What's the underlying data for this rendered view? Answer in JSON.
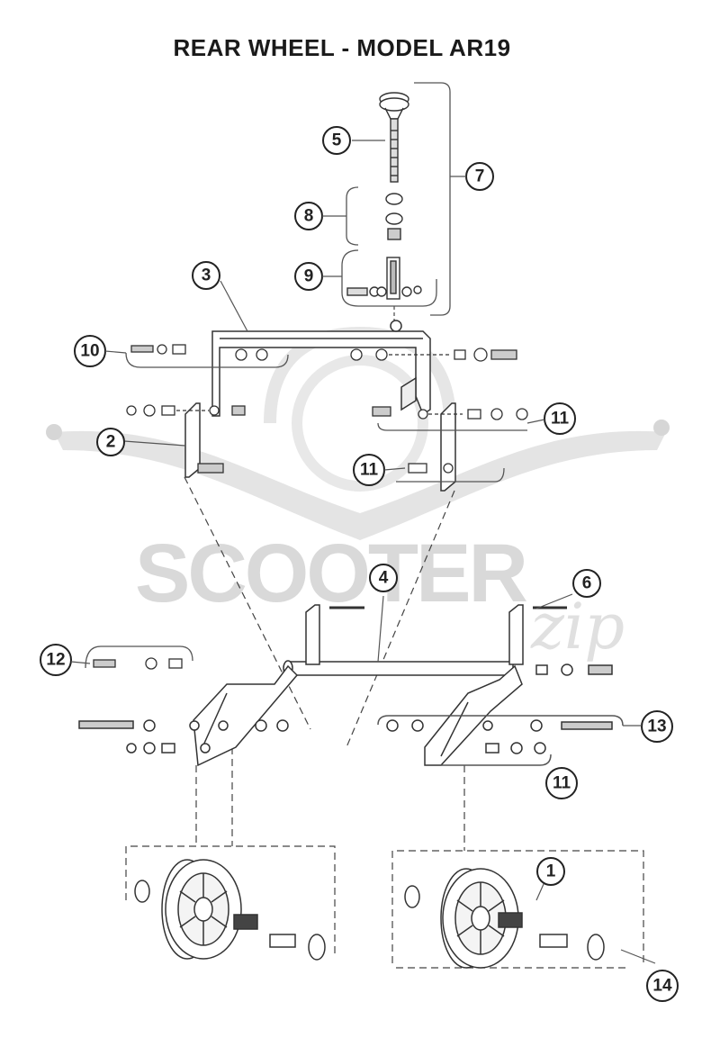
{
  "title": "REAR WHEEL - MODEL AR19",
  "watermark": {
    "brand": "SCOOTER",
    "script": "zip"
  },
  "callouts": {
    "c1": "1",
    "c2": "2",
    "c3": "3",
    "c4": "4",
    "c5": "5",
    "c6": "6",
    "c7": "7",
    "c8": "8",
    "c9": "9",
    "c10": "10",
    "c11a": "11",
    "c11b": "11",
    "c11c": "11",
    "c12": "12",
    "c13": "13",
    "c14": "14"
  },
  "colors": {
    "line": "#333333",
    "watermark": "#d9d9d9",
    "background": "#ffffff"
  }
}
